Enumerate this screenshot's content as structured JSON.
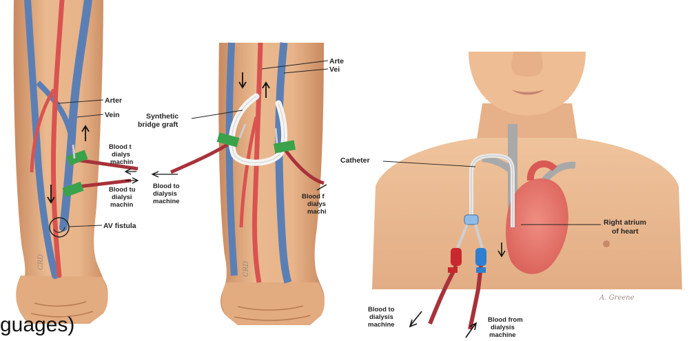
{
  "panel_fistula": {
    "label_artery": "Arter",
    "label_vein": "Vein",
    "label_blood_to_1": "Blood t",
    "label_blood_to_2": "dialys",
    "label_blood_to_3": "machin",
    "label_blood_from_1": "Blood tu",
    "label_blood_from_2": "dialysi",
    "label_blood_from_3": "machin",
    "label_av_fistula": "AV fistula",
    "wrist_mark": "CRD"
  },
  "panel_graft": {
    "label_synthetic_1": "Synthetic",
    "label_synthetic_2": "bridge graft",
    "label_artery": "Arte",
    "label_vein": "Vei",
    "label_blood_to_1": "Blood to",
    "label_blood_to_2": "dialysis",
    "label_blood_to_3": "machine",
    "label_blood_from_1": "Blood f",
    "label_blood_from_2": "dialys",
    "label_blood_from_3": "machi",
    "wrist_mark": "CRD"
  },
  "panel_catheter": {
    "label_catheter": "Catheter",
    "label_right_atrium_1": "Right atrium",
    "label_right_atrium_2": "of heart",
    "label_blood_to_1": "Blood to",
    "label_blood_to_2": "dialysis",
    "label_blood_to_3": "machine",
    "label_blood_from_1": "Blood from",
    "label_blood_from_2": "dialysis",
    "label_blood_from_3": "machine",
    "signature": "A. Greene"
  },
  "caption_fragment": "guages)",
  "colors": {
    "skin": "#e8b48a",
    "skin_dark": "#d39a70",
    "artery": "#d9534f",
    "vein": "#5b7fb5",
    "clamp": "#3aa24a",
    "catheter_red": "#c8282e",
    "catheter_blue": "#2f7fd0"
  }
}
